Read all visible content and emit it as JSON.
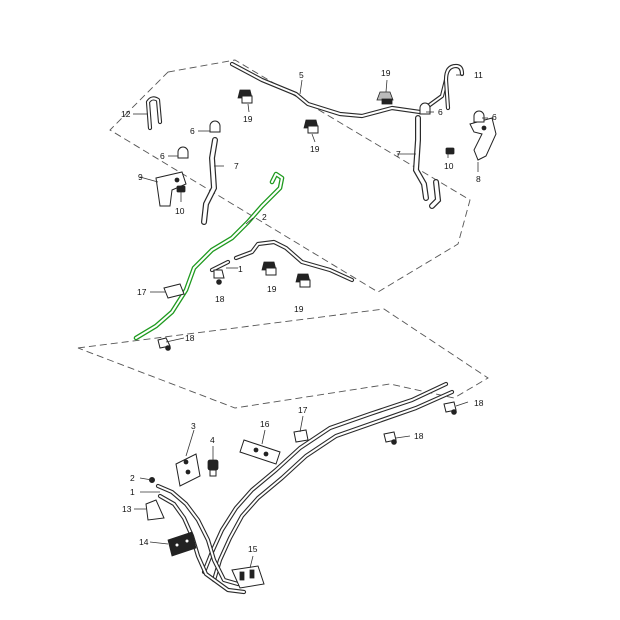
{
  "callouts": [
    "1",
    "2",
    "3",
    "4",
    "5",
    "6",
    "7",
    "8",
    "9",
    "10",
    "11",
    "12",
    "13",
    "14",
    "15",
    "16",
    "17",
    "18",
    "19"
  ],
  "highlight_color": "#1f9a1f",
  "line_color": "#2a2a2a"
}
